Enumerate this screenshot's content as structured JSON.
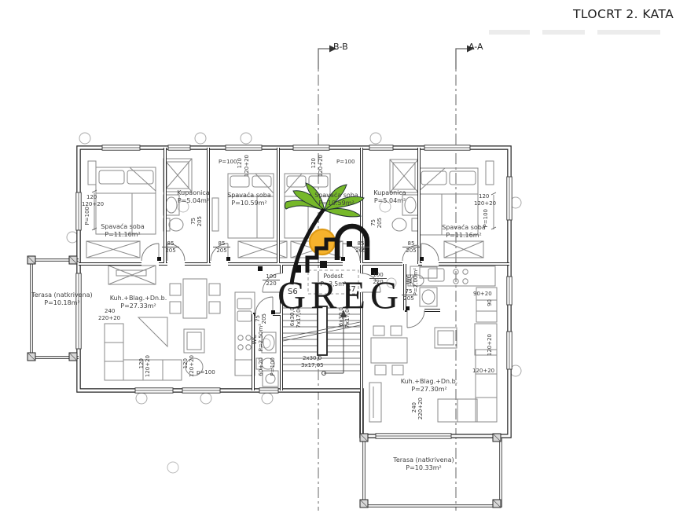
{
  "title": "TLOCRT 2. KATA",
  "sections": {
    "b_label": "B-B",
    "a_label": "A-A"
  },
  "logo": {
    "text": "GREG"
  },
  "rooms": {
    "bedroom_left": {
      "name": "Spavaća soba",
      "area": "P=11.16m²"
    },
    "bath_left": {
      "name": "Kupaonica",
      "area": "P=5.04m²"
    },
    "bedroom_mid_left": {
      "name": "Spavaća soba",
      "area": "P=10.59m²"
    },
    "bedroom_mid_right": {
      "name": "Spavaća soba",
      "area": "P=10.59m²"
    },
    "bath_right": {
      "name": "Kupaonica",
      "area": "P=5.04m²"
    },
    "bedroom_right": {
      "name": "Spavaća soba",
      "area": "P=11.16m²"
    },
    "terrace_left": {
      "name": "Terasa (natkrivena)",
      "area": "P=10.18m²"
    },
    "living_left": {
      "name": "Kuh.+Blag.+Dn.b.",
      "area": "P=27.33m²"
    },
    "wc_left": {
      "name": "WC",
      "area": "P=2,50m²"
    },
    "podest": {
      "name": "Podest",
      "area": "P=3,5m²"
    },
    "wc_right": {
      "name": "WC",
      "area": "P=2.00m²"
    },
    "living_right": {
      "name": "Kuh.+Blag.+Dn.b.",
      "area": "P=27.30m²"
    },
    "terrace_right": {
      "name": "Terasa (natkrivena)",
      "area": "P=10.33m²"
    },
    "stair_left_id": "S6",
    "stair_right_id": "S7"
  },
  "dims": {
    "w120": "120",
    "w120_20": "120+20",
    "p100": "P=100",
    "p100_lc": "p=100",
    "d85": "85",
    "d205": "205",
    "d75": "75",
    "d100": "100",
    "d220": "220",
    "w240": "240",
    "w220_20": "220+20",
    "w90_20": "90+20",
    "w90": "90",
    "w60_20": "60+20",
    "stair_run": "6x30,0",
    "stair_rise": "7x17,06",
    "stair_run_b": "2x30,0",
    "stair_rise_b": "3x17,05"
  }
}
